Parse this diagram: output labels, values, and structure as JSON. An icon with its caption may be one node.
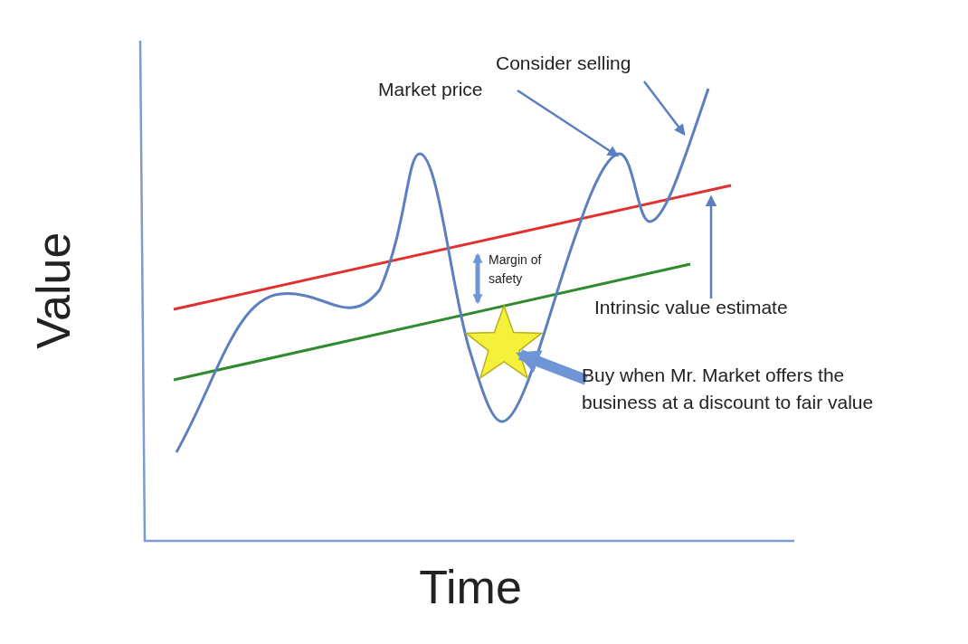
{
  "diagram": {
    "nodes": [
      {
        "text": [
          "Consider selling"
        ]
      },
      {
        "text": [
          "Market price"
        ]
      },
      {
        "text": [
          "Intrinsic value estimate"
        ]
      },
      {
        "text": [],
        "shape": "star"
      },
      {
        "text": [
          "Buy when Mr. Market offers the business at a discount to fair value"
        ]
      }
    ],
    "edges": [
      {
        "from": 0,
        "to": null,
        "arrow": "to"
      },
      {
        "from": 1,
        "to": null,
        "arrow": "to"
      },
      {
        "from": 2,
        "to": null,
        "arrow": "to"
      },
      {
        "from": 4,
        "to": 3,
        "arrow": "to",
        "style": "thick"
      }
    ],
    "labels": [
      "Value",
      "Margin of safety",
      "Time"
    ]
  }
}
